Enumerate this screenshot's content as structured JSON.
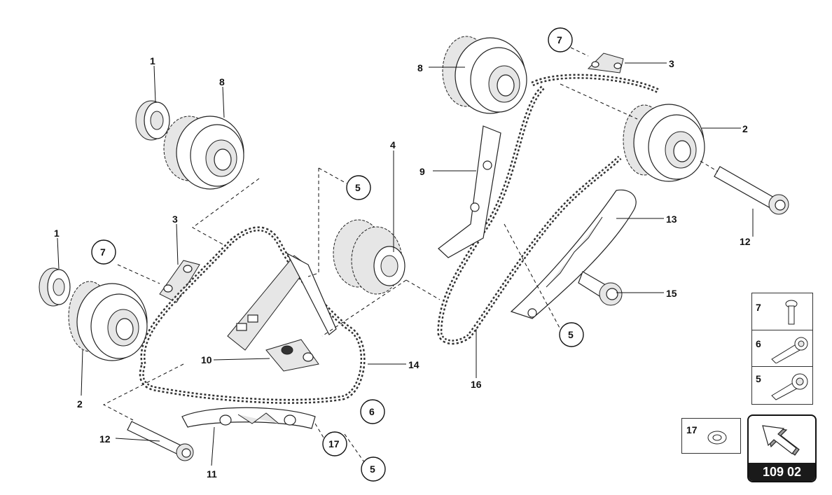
{
  "callouts": {
    "c1a": "1",
    "c8a": "8",
    "c5a": "5",
    "c4": "4",
    "c3a": "3",
    "c7a": "7",
    "c1b": "1",
    "c2a": "2",
    "c10": "10",
    "c14": "14",
    "c6": "6",
    "c12a": "12",
    "c11": "11",
    "c17": "17",
    "c5b": "5",
    "c8b": "8",
    "c7b": "7",
    "c3b": "3",
    "c9": "9",
    "c2b": "2",
    "c13": "13",
    "c12b": "12",
    "c15": "15",
    "c5c": "5",
    "c16": "16"
  },
  "legend": {
    "items": [
      {
        "number": "7",
        "icon": "bolt-short-icon"
      },
      {
        "number": "6",
        "icon": "bolt-long-flange-icon"
      },
      {
        "number": "5",
        "icon": "bolt-hex-flange-icon"
      }
    ],
    "washer": {
      "number": "17",
      "icon": "washer-icon"
    }
  },
  "badge": {
    "code": "109 02",
    "icon": "direction-arrow-icon"
  }
}
